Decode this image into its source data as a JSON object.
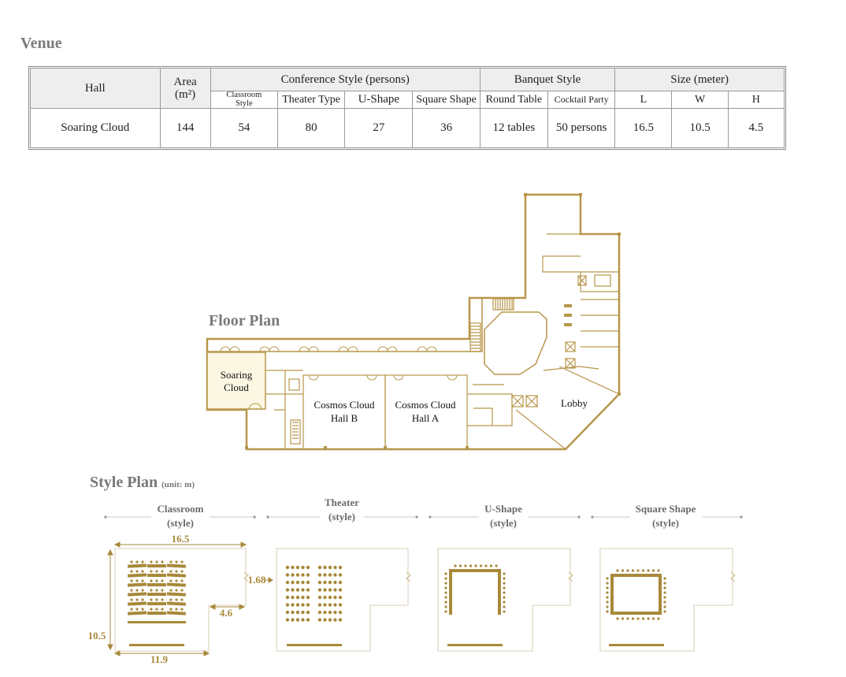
{
  "venue": {
    "heading": "Venue",
    "headers": {
      "hall": "Hall",
      "area": "Area",
      "area_unit": "(m²)",
      "conference": "Conference Style (persons)",
      "banquet": "Banquet Style",
      "size": "Size (meter)",
      "classroom_l1": "Classroom",
      "classroom_l2": "Style",
      "theater": "Theater Type",
      "ushape": "U-Shape",
      "square": "Square Shape",
      "round": "Round Table",
      "cocktail": "Cocktail Party",
      "L": "L",
      "W": "W",
      "H": "H"
    },
    "row": {
      "hall": "Soaring Cloud",
      "area": "144",
      "classroom": "54",
      "theater": "80",
      "ushape": "27",
      "square": "36",
      "round": "12 tables",
      "cocktail": "50 persons",
      "L": "16.5",
      "W": "10.5",
      "H": "4.5"
    }
  },
  "floor_plan": {
    "heading": "Floor Plan",
    "soaring_l1": "Soaring",
    "soaring_l2": "Cloud",
    "hallb_l1": "Cosmos Cloud",
    "hallb_l2": "Hall B",
    "halla_l1": "Cosmos Cloud",
    "halla_l2": "Hall A",
    "lobby": "Lobby"
  },
  "style_plan": {
    "heading": "Style Plan",
    "unit": "(unit: m)",
    "classroom_l1": "Classroom",
    "classroom_l2": "(style)",
    "theater_l1": "Theater",
    "theater_l2": "(style)",
    "ushape_l1": "U-Shape",
    "ushape_l2": "(style)",
    "square_l1": "Square Shape",
    "square_l2": "(style)",
    "dim_length": "16.5",
    "dim_width": "10.5",
    "dim_bottom": "11.9",
    "dim_notch": "4.6",
    "dim_door": "1.68"
  },
  "colors": {
    "gold": "#b8964a",
    "highlight": "#fbf7e3",
    "header_bg": "#eeeeee"
  }
}
